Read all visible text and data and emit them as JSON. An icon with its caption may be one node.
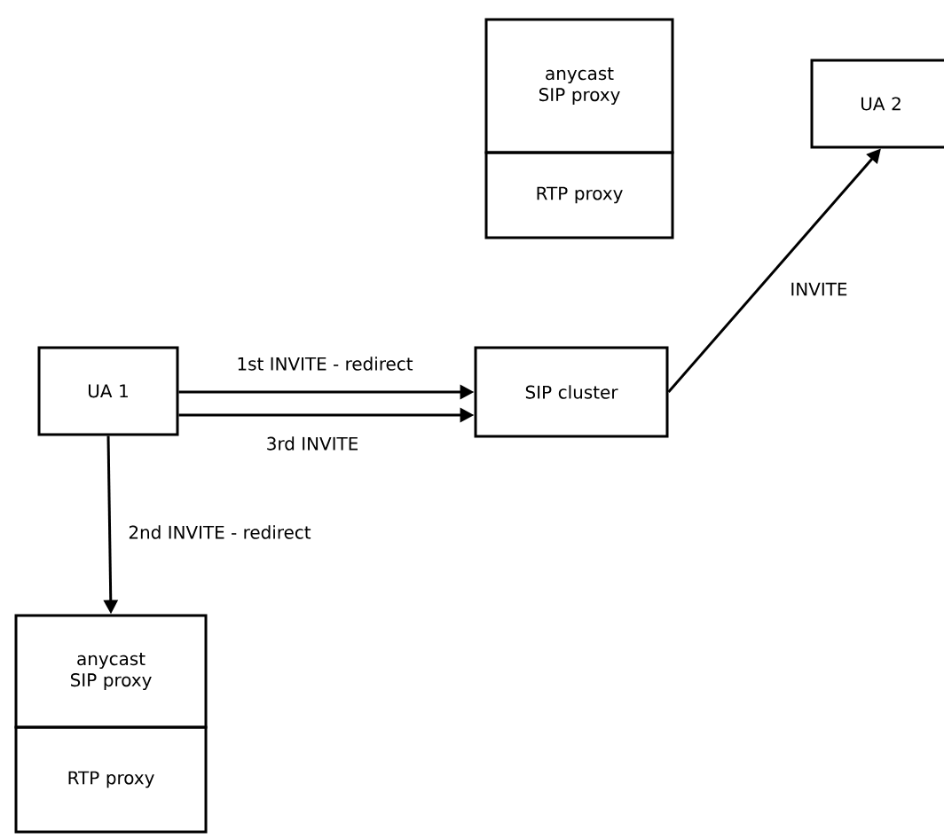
{
  "diagram": {
    "nodes": [
      {
        "text": [
          "anycast SIP proxy"
        ]
      },
      {
        "text": [
          "RTP proxy"
        ]
      },
      {
        "text": [
          "UA 2"
        ]
      },
      {
        "text": [
          "UA 1"
        ]
      },
      {
        "text": [
          "SIP cluster"
        ]
      },
      {
        "text": [
          "anycast SIP proxy"
        ]
      },
      {
        "text": [
          "RTP proxy"
        ]
      }
    ],
    "edges": [
      {
        "from": 3,
        "to": 4,
        "arrow": "to",
        "label": "1st INVITE - redirect"
      },
      {
        "from": 3,
        "to": 4,
        "arrow": "to",
        "label": "3rd INVITE"
      },
      {
        "from": 3,
        "to": 5,
        "arrow": "to",
        "label": "2nd INVITE - redirect"
      },
      {
        "from": 4,
        "to": 2,
        "arrow": "to",
        "label": "INVITE"
      }
    ]
  }
}
